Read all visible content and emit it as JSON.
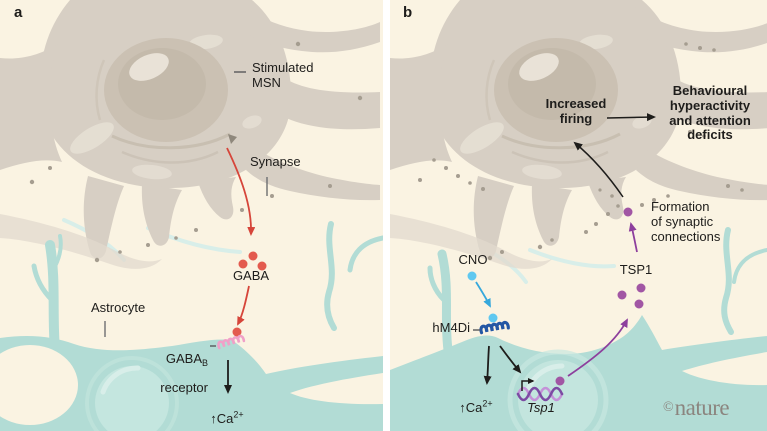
{
  "colors": {
    "background": "#faf3e2",
    "divider": "#ffffff",
    "neuron": "#d7cfc4",
    "neuron_light": "#e6dfd4",
    "neuron_band": "#e2dacd",
    "nucleus": "#cbc1b3",
    "nucleus_highlight": "#e9e2d7",
    "astrocyte": "#b2dcd5",
    "astrocyte_light": "#c7e7e0",
    "astrocyte_pale": "#d8eee9",
    "red": "#d6453a",
    "red_dot": "#e35a4e",
    "pink": "#f0a0c8",
    "blue": "#35a8dc",
    "blue_dot": "#5fc8f0",
    "blue_dark": "#2457a4",
    "purple": "#a156a4",
    "purple_arrow": "#8d3f9d",
    "helix_light": "#c491d8",
    "helix_dark": "#7c4ba3",
    "text": "#1e1d1b",
    "gray_line": "#6d6e71",
    "dash": "#58595b",
    "speck": "#a59d90",
    "logo": "#8b857f"
  },
  "panel_a": {
    "label": "a",
    "stimulated_msn": "Stimulated\nMSN",
    "synapse": "Synapse",
    "gaba": "GABA",
    "astrocyte": "Astrocyte",
    "receptor_name": "GABA",
    "receptor_sub": "B",
    "receptor_line2": "receptor",
    "calcium": "↑Ca",
    "calcium_sup": "2+"
  },
  "panel_b": {
    "label": "b",
    "increased_firing": "Increased\nfiring",
    "behaviour": "Behavioural\nhyperactivity\nand attention\ndeficits",
    "formation": "Formation\nof synaptic\nconnections",
    "cno": "CNO",
    "hm4di": "hM4Di",
    "tsp1_protein": "TSP1",
    "tsp1_gene": "Tsp1",
    "calcium": "↑Ca",
    "calcium_sup": "2+"
  },
  "watermark": {
    "symbol": "©",
    "name": "nature"
  }
}
